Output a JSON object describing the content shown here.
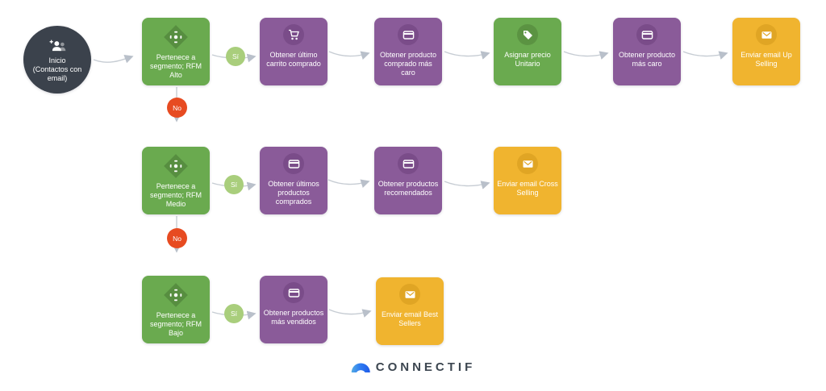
{
  "flow": {
    "yes_label": "Sí",
    "no_label": "No",
    "start": {
      "title": "Inicio",
      "subtitle": "(Contactos con email)"
    },
    "nodes": {
      "seg_alto": {
        "label": "Pertenece a segmento; RFM Alto"
      },
      "carrito": {
        "label": "Obtener último carrito comprado"
      },
      "comprado_caro": {
        "label": "Obtener producto comprado más caro"
      },
      "asignar": {
        "label": "Asignar precio Unitario"
      },
      "mas_caro": {
        "label": "Obtener producto más caro"
      },
      "email_up": {
        "label": "Enviar email Up Selling"
      },
      "seg_medio": {
        "label": "Pertenece a segmento; RFM Medio"
      },
      "ultimos": {
        "label": "Obtener últimos productos comprados"
      },
      "recomendados": {
        "label": "Obtener productos recomendados"
      },
      "email_cross": {
        "label": "Enviar email Cross Selling"
      },
      "seg_bajo": {
        "label": "Pertenece a segmento; RFM Bajo"
      },
      "vendidos": {
        "label": "Obtener productos más vendidos"
      },
      "email_best": {
        "label": "Enviar email Best Sellers"
      }
    },
    "colors": {
      "condition_green": "#6aaa4f",
      "action_purple": "#8a5b99",
      "email_yellow": "#f0b42f",
      "start_dark": "#3b424c",
      "yes_badge": "#a9ce7c",
      "no_badge": "#e74b21",
      "connector": "#c6ccd3"
    }
  },
  "footer": {
    "brand": "CONNECTIF"
  }
}
